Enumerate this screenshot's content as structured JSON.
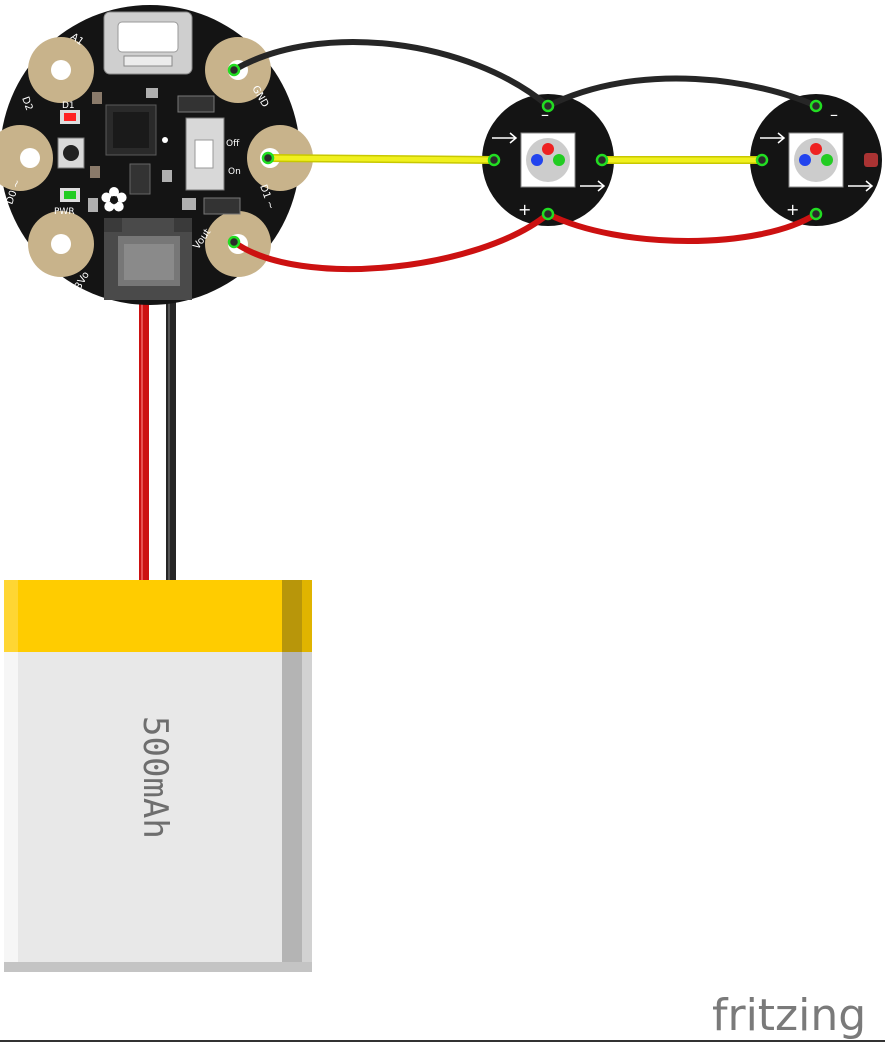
{
  "board": {
    "pads": {
      "a1": "A1",
      "d2": "D2",
      "d0": "D0 ~",
      "v3": "3Vo",
      "gnd": "GND",
      "d1": "D1 ~",
      "vout": "Vout"
    },
    "led_label": "D1",
    "pwr_label": "PWR",
    "switch_off": "Off",
    "switch_on": "On"
  },
  "pixels": [
    {
      "minus": "–",
      "plus": "+"
    },
    {
      "minus": "–",
      "plus": "+"
    }
  ],
  "battery": {
    "capacity": "500mAh"
  },
  "brand": "fritzing",
  "colors": {
    "board": "#141414",
    "pad": "#c8b38b",
    "wire_gnd": "#262626",
    "wire_data": "#f0f01e",
    "wire_power": "#cc1111",
    "battery_cap": "#ffcc00",
    "battery_body": "#e6e6e6",
    "connector": "#4a4a4a"
  },
  "icons": [
    "usb-connector-icon",
    "adafruit-flower-icon",
    "arrow-right-icon",
    "rgb-led-icon"
  ]
}
